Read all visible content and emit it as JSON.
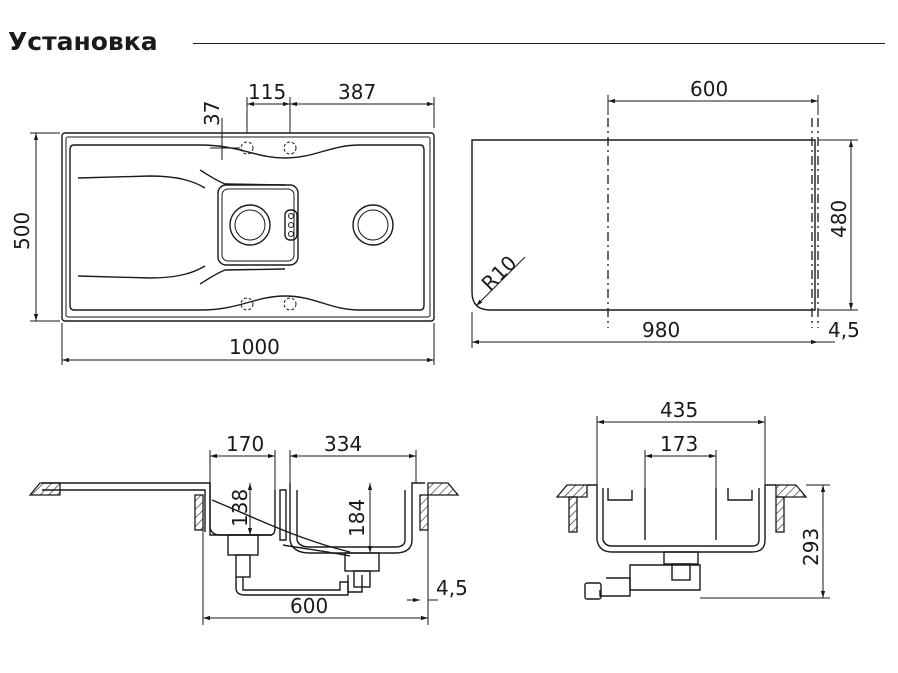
{
  "title": "Установка",
  "dimensions": {
    "top_view": {
      "d115": "115",
      "d387": "387",
      "d37": "37",
      "d500": "500",
      "d1000": "1000"
    },
    "cutout_view": {
      "d600": "600",
      "d480": "480",
      "d980": "980",
      "d4_5": "4,5",
      "r10": "R10"
    },
    "side_view": {
      "d170": "170",
      "d334": "334",
      "d138": "138",
      "d184": "184",
      "d600": "600",
      "d4_5": "4,5"
    },
    "end_view": {
      "d435": "435",
      "d173": "173",
      "d293": "293"
    }
  }
}
